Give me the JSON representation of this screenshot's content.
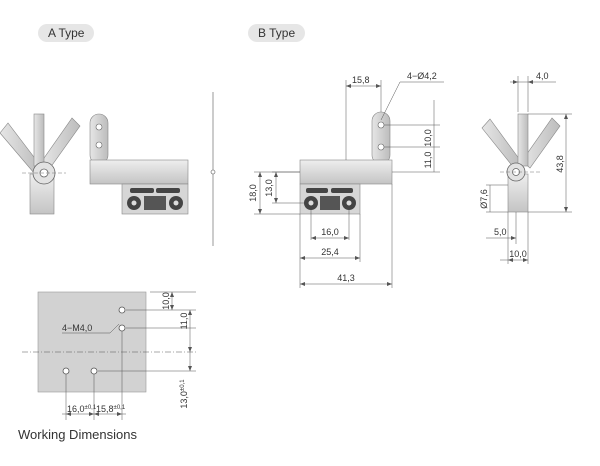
{
  "labels": {
    "a_type": "A Type",
    "b_type": "B Type",
    "working_dimensions": "Working Dimensions"
  },
  "dims": {
    "d15_8_top": "15,8",
    "hole_4_d4_2": "4−Ø4,2",
    "d4_0_top": "4,0",
    "d10_0_right_b": "10,0",
    "d11_0_right_b": "11,0",
    "d18_0": "18,0",
    "d13_0_b": "13,0",
    "d16_0_b": "16,0",
    "d25_4": "25,4",
    "d41_3": "41,3",
    "d43_8": "43,8",
    "dia7_6": "Ø7,6",
    "d5_0": "5,0",
    "d10_0_bottom": "10,0",
    "wd_m4": "4−M4,0",
    "wd_10_0": "10,0",
    "wd_11_0": "11,0",
    "wd_13_0": "13,0",
    "wd_16_0": "16,0",
    "wd_15_8": "15,8",
    "tol": "±0,1"
  },
  "colors": {
    "part_light": "#d9d9d9",
    "part_mid": "#bdbdbd",
    "part_dark": "#555555",
    "plate": "#d0d0d0",
    "dim_line": "#555555",
    "pill_bg": "#e6e6e6"
  }
}
